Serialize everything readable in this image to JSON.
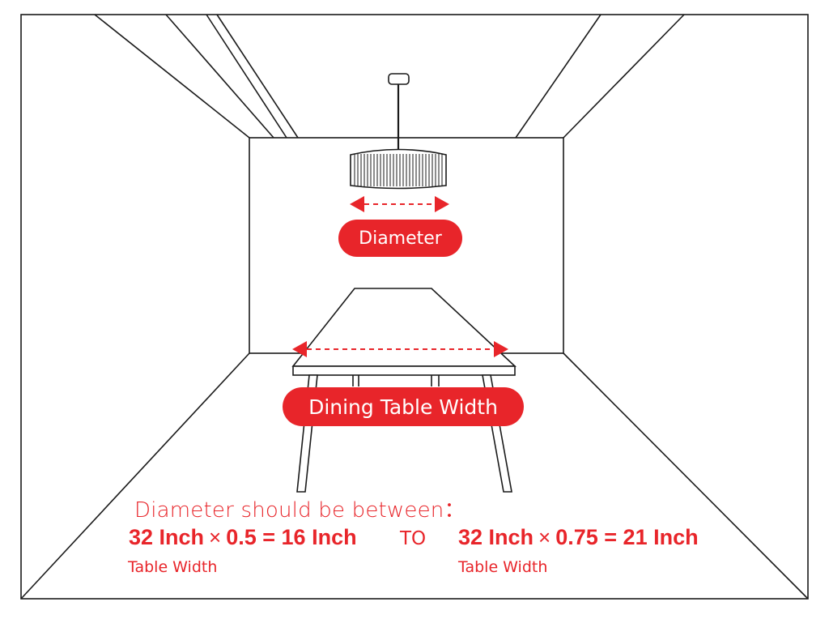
{
  "labels": {
    "diameter": "Diameter",
    "table_width": "Dining Table Width",
    "rule": "Diameter should be between：",
    "connector": "TO"
  },
  "formula_min": {
    "base": "32 Inch",
    "times": "×",
    "rest": "0.5 = 16 Inch",
    "sub": "Table Width"
  },
  "formula_max": {
    "base": "32 Inch",
    "times": "×",
    "rest": "0.75 = 21 Inch",
    "sub": "Table Width"
  },
  "colors": {
    "accent": "#e8252a",
    "line": "#1a1a1a",
    "background": "#ffffff"
  }
}
